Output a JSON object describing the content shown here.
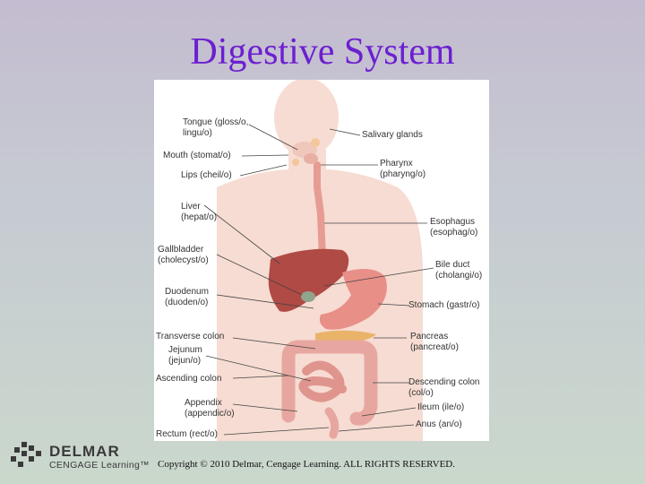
{
  "slide": {
    "title": "Digestive System",
    "copyright": "Copyright © 2010 Delmar, Cengage Learning. ALL RIGHTS RESERVED."
  },
  "logo": {
    "line1": "DELMAR",
    "line2": "CENGAGE Learning™"
  },
  "labels": {
    "tongue": "Tongue (gloss/o,\nlingu/o)",
    "mouth": "Mouth (stomat/o)",
    "lips": "Lips (cheil/o)",
    "liver": "Liver\n(hepat/o)",
    "gallbladder": "Gallbladder\n(cholecyst/o)",
    "duodenum": "Duodenum\n(duoden/o)",
    "transverse_colon": "Transverse colon",
    "jejunum": "Jejunum\n(jejun/o)",
    "ascending_colon": "Ascending colon",
    "appendix": "Appendix\n(appendic/o)",
    "rectum": "Rectum (rect/o)",
    "salivary_glands": "Salivary glands",
    "pharynx": "Pharynx\n(pharyng/o)",
    "esophagus": "Esophagus\n(esophag/o)",
    "bile_duct": "Bile duct\n(cholangi/o)",
    "stomach": "Stomach (gastr/o)",
    "pancreas": "Pancreas\n(pancreat/o)",
    "descending_colon": "Descending colon\n(col/o)",
    "ileum": "Ileum (ile/o)",
    "anus": "Anus (an/o)"
  },
  "colors": {
    "title": "#6c1fd0",
    "body_silhouette": "#f6dcd2",
    "liver": "#b04a45",
    "stomach": "#e88f88",
    "intestine": "#e7a7a0",
    "pancreas": "#e9b36a"
  }
}
